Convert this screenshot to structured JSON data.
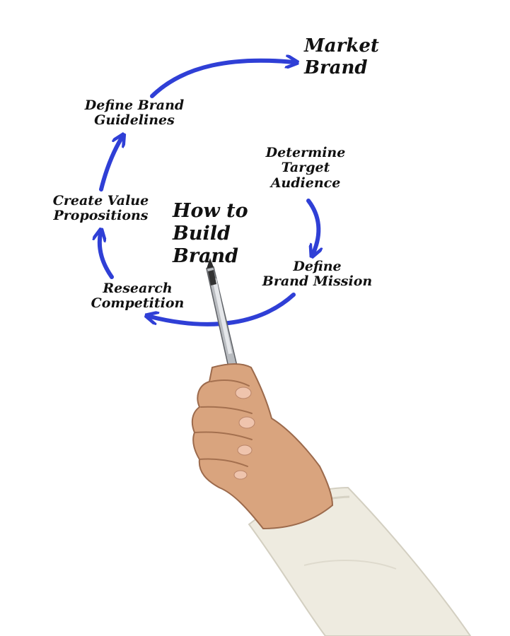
{
  "diagram": {
    "center_title": "How to\nBuild\nBrand",
    "goal": "Market\nBrand",
    "steps": [
      {
        "id": "determine-target-audience",
        "label": "Determine\nTarget\nAudience"
      },
      {
        "id": "define-brand-mission",
        "label": "Define\nBrand Mission"
      },
      {
        "id": "research-competition",
        "label": "Research\nCompetition"
      },
      {
        "id": "create-value-propositions",
        "label": "Create Value\nPropositions"
      },
      {
        "id": "define-brand-guidelines",
        "label": "Define Brand\nGuidelines"
      }
    ],
    "arrow_color": "#2f3fd6",
    "text_color": "#111111"
  },
  "illustration": {
    "hand_icon": "hand-holding-pen",
    "sleeve_color": "#eeebe0",
    "skin_color": "#d9a47e"
  }
}
